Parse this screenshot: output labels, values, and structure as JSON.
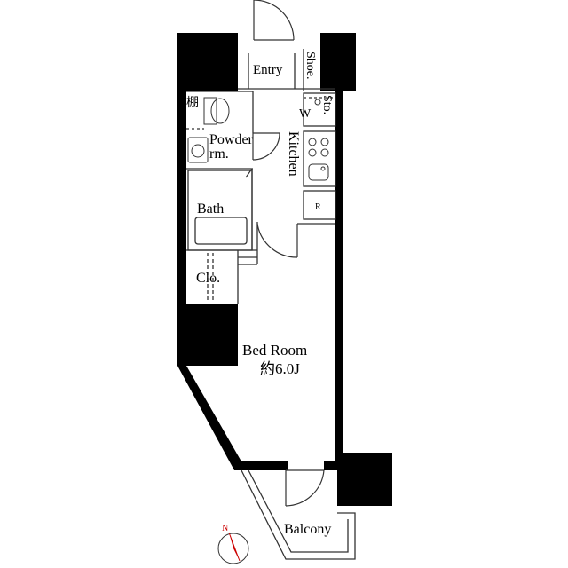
{
  "rooms": {
    "entry": "Entry",
    "shoe": "Shoe.",
    "sto": "Sto.",
    "w": "W",
    "shelf": "棚",
    "powder_line1": "Powder",
    "powder_line2": "rm.",
    "kitchen": "Kitchen",
    "bath": "Bath",
    "fridge": "R",
    "closet": "Clo.",
    "bedroom": "Bed Room",
    "bedroom_size": "約6.0J",
    "balcony": "Balcony"
  },
  "compass": {
    "north": "N"
  },
  "colors": {
    "wall": "#000000",
    "line": "#333333",
    "accent": "#cc0000"
  }
}
